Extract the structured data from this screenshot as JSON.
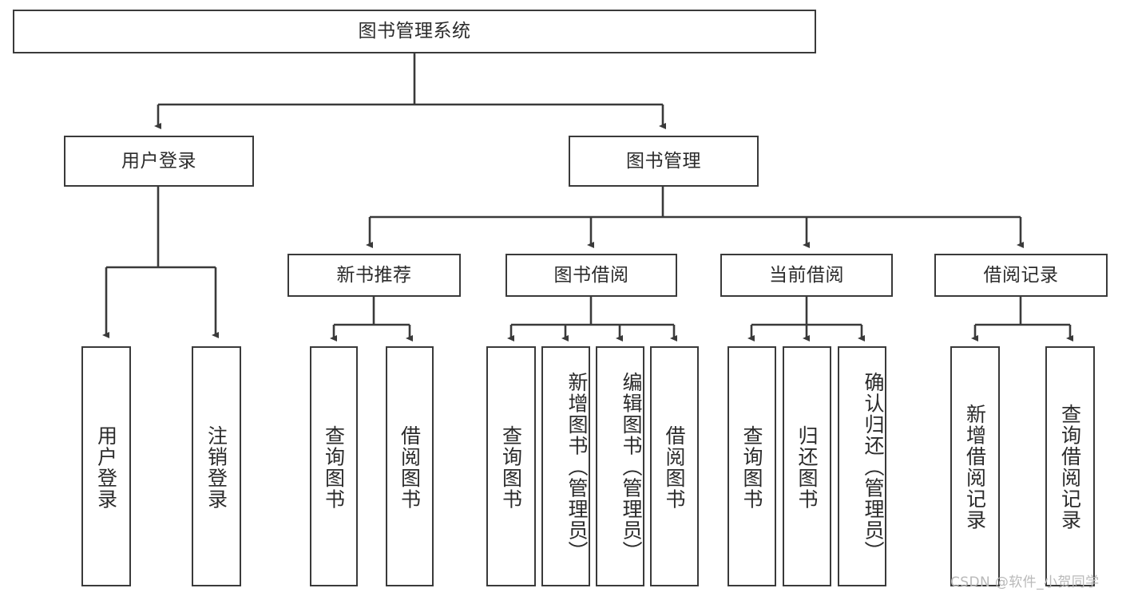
{
  "diagram": {
    "title": "图书管理系统",
    "root": {
      "label": "图书管理系统"
    },
    "level1": [
      {
        "label": "用户登录"
      },
      {
        "label": "图书管理"
      }
    ],
    "level2": [
      {
        "label": "新书推荐"
      },
      {
        "label": "图书借阅"
      },
      {
        "label": "当前借阅"
      },
      {
        "label": "借阅记录"
      }
    ],
    "leaves": {
      "user_login": [
        {
          "label": "用户登录"
        },
        {
          "label": "注销登录"
        }
      ],
      "new_book_recommend": [
        {
          "label": "查询图书"
        },
        {
          "label": "借阅图书"
        }
      ],
      "book_borrow": [
        {
          "label": "查询图书"
        },
        {
          "label": "新增图书（管理员）"
        },
        {
          "label": "编辑图书（管理员）"
        },
        {
          "label": "借阅图书"
        }
      ],
      "current_borrow": [
        {
          "label": "查询图书"
        },
        {
          "label": "归还图书"
        },
        {
          "label": "确认归还（管理员）"
        }
      ],
      "borrow_record": [
        {
          "label": "新增借阅记录"
        },
        {
          "label": "查询借阅记录"
        }
      ]
    }
  },
  "watermark": {
    "text": "CSDN @软件_小贺同学"
  },
  "colors": {
    "border": "#3a3a3a",
    "text": "#2b2b2b",
    "background": "#ffffff",
    "watermark": "#b9b9b9"
  }
}
